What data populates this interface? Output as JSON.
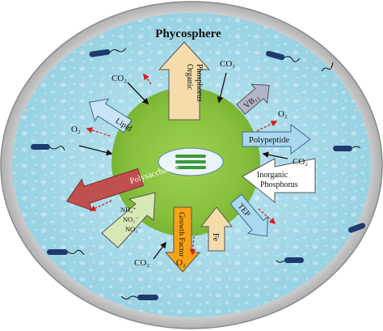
{
  "title": "Phycosphere",
  "arrows": {
    "organic_phosphorus": "Organic Phosphorus",
    "vb12": "VB₁₂",
    "polypeptide": "Polypeptide",
    "inorganic_phosphorus": "Inorganic Phosphorus",
    "tep": "TEP",
    "fe": "Fe",
    "growth_factor": "Growth Factor",
    "nitrogen_forms": [
      "NH₄⁺",
      "NO₂⁻",
      "NO₃⁻"
    ],
    "polysaccharide": "Polysaccharide",
    "lipid": "Lipid"
  },
  "gases": {
    "co2": "CO₂",
    "o2": "O₂"
  },
  "colors": {
    "outer_ring": "#c4c4c4",
    "water": "#a9dbe8",
    "cell": "#8ec641",
    "organic_phosphorus_arrow": "#f5dcaa",
    "vb12_arrow": "#b4b4c8",
    "polypeptide_arrow": "#a9d8ef",
    "inorganic_phosphorus_arrow": "#ffffff",
    "tep_arrow": "#a9d8ef",
    "fe_arrow": "#f5dcaa",
    "growth_factor_arrow": "#f7a313",
    "nitrogen_arrow": "#d7e8b5",
    "polysaccharide_arrow": "#c0504d",
    "lipid_arrow": "#c9e4f4"
  }
}
